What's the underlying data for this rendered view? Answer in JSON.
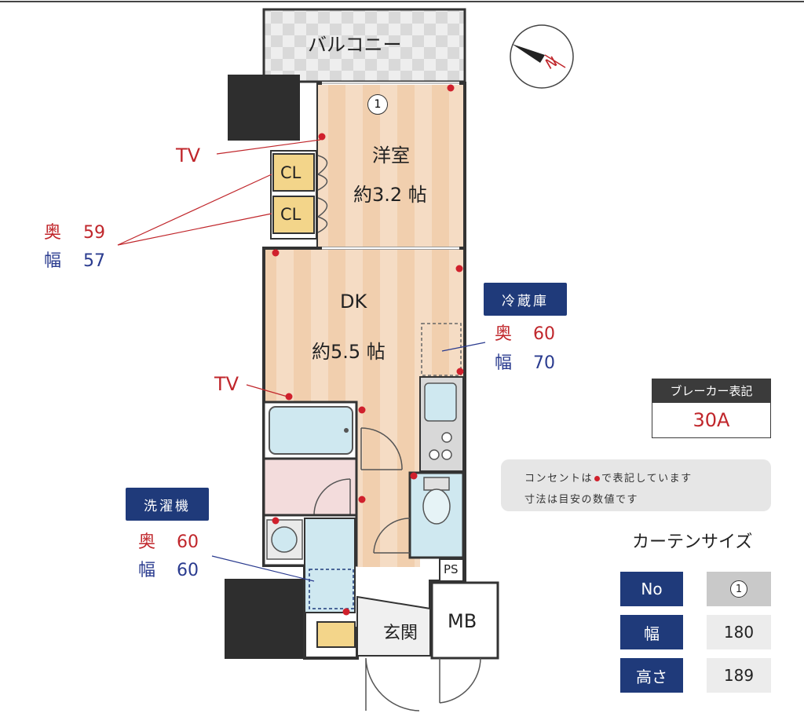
{
  "rooms": {
    "balcony": "バルコニー",
    "western": {
      "name": "洋室",
      "size": "約3.2 帖"
    },
    "dk": {
      "name": "DK",
      "size": "約5.5 帖"
    },
    "closet1": "CL",
    "closet2": "CL",
    "entrance": "玄関",
    "mb": "MB",
    "ps": "PS",
    "window_marker": "1"
  },
  "callouts": {
    "tv1": "TV",
    "tv2": "TV",
    "closet_depth": {
      "label": "奥",
      "value": "59"
    },
    "closet_width": {
      "label": "幅",
      "value": "57"
    }
  },
  "fridge": {
    "tag": "冷蔵庫",
    "depth": {
      "label": "奥",
      "value": "60"
    },
    "width": {
      "label": "幅",
      "value": "70"
    }
  },
  "washer": {
    "tag": "洗濯機",
    "depth": {
      "label": "奥",
      "value": "60"
    },
    "width": {
      "label": "幅",
      "value": "60"
    }
  },
  "breaker": {
    "label": "ブレーカー表記",
    "value": "30A"
  },
  "note": {
    "line1_a": "コンセントは",
    "line1_b": "で表記しています",
    "line2": "寸法は目安の数値です"
  },
  "curtain": {
    "title": "カーテンサイズ",
    "rows": [
      {
        "head": "No",
        "value": "1"
      },
      {
        "head": "幅",
        "value": "180"
      },
      {
        "head": "高さ",
        "value": "189"
      }
    ]
  },
  "compass": {
    "letter": "N"
  },
  "colors": {
    "red": "#c0262b",
    "navy": "#1f3a7a",
    "outlet": "#d0202c"
  }
}
